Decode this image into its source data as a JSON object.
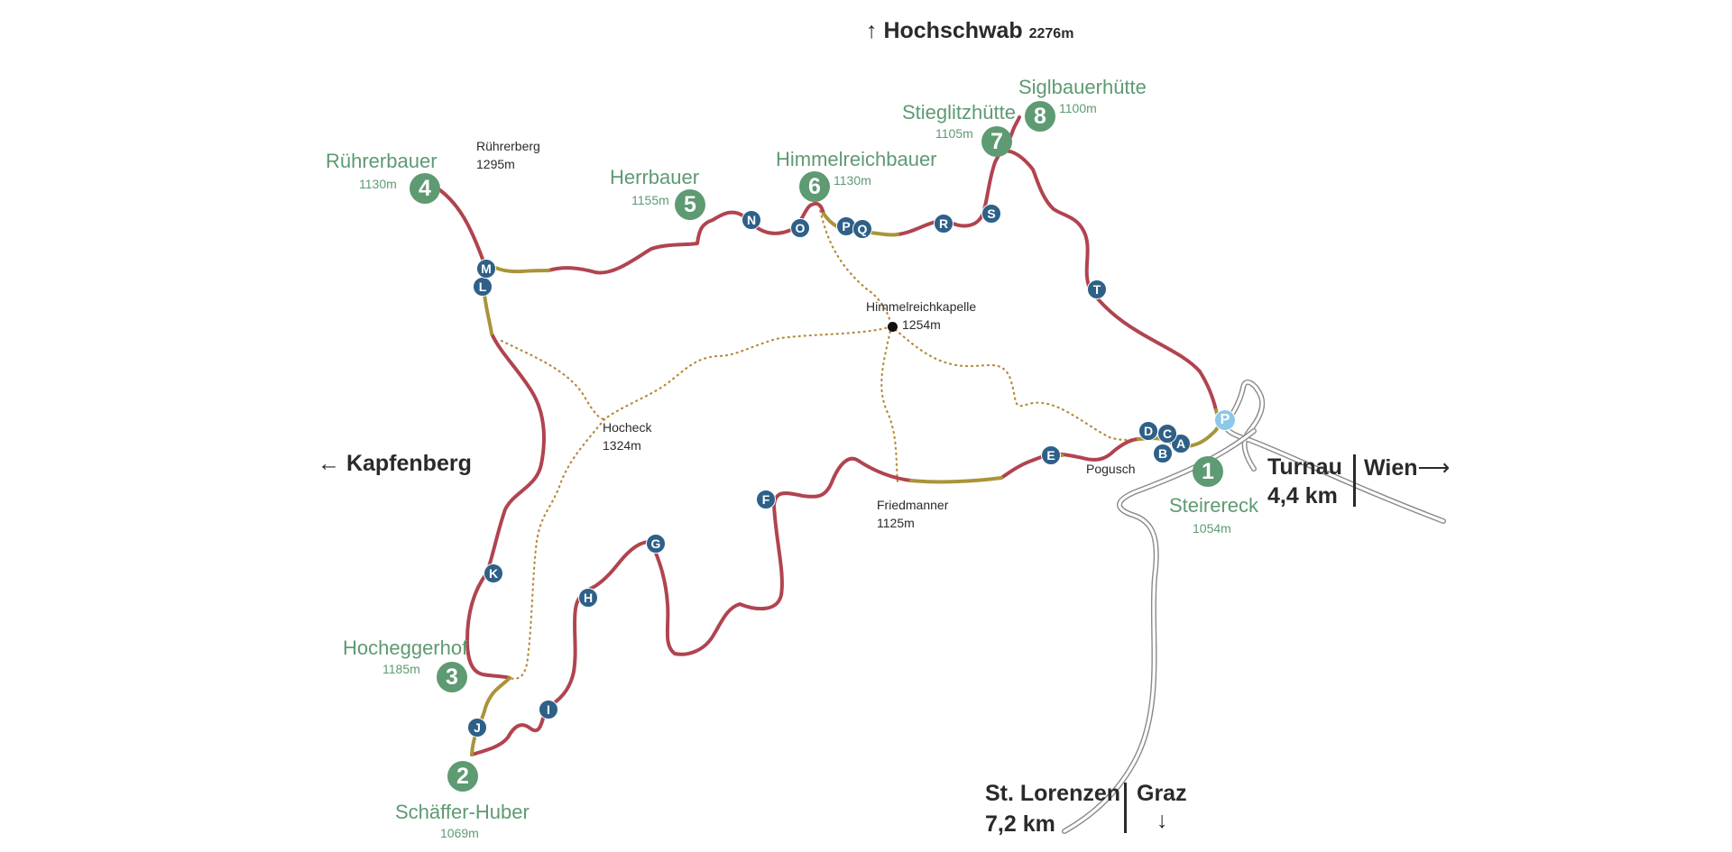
{
  "directions": {
    "north": {
      "arrow": "↑",
      "name": "Hochschwab",
      "elevation": "2276m"
    },
    "west": {
      "arrow": "←",
      "name": "Kapfenberg"
    },
    "east": {
      "name": "Turnau",
      "distance": "4,4 km",
      "other": "Wien",
      "arrow": "⟶"
    },
    "south": {
      "name": "St. Lorenzen",
      "distance": "7,2 km",
      "other": "Graz",
      "arrow": "↓"
    }
  },
  "huts": [
    {
      "number": "1",
      "name": "Steirereck",
      "elevation": "1054m"
    },
    {
      "number": "2",
      "name": "Schäffer-Huber",
      "elevation": "1069m"
    },
    {
      "number": "3",
      "name": "Hocheggerhof",
      "elevation": "1185m"
    },
    {
      "number": "4",
      "name": "Rührerbauer",
      "elevation": "1130m"
    },
    {
      "number": "5",
      "name": "Herrbauer",
      "elevation": "1155m"
    },
    {
      "number": "6",
      "name": "Himmelreichbauer",
      "elevation": "1130m"
    },
    {
      "number": "7",
      "name": "Stieglitzhütte",
      "elevation": "1105m"
    },
    {
      "number": "8",
      "name": "Siglbauerhütte",
      "elevation": "1100m"
    }
  ],
  "waypoints": [
    "A",
    "B",
    "C",
    "D",
    "E",
    "F",
    "G",
    "H",
    "I",
    "J",
    "K",
    "L",
    "M",
    "N",
    "O",
    "P",
    "Q",
    "R",
    "S",
    "T"
  ],
  "parking": "P",
  "places": [
    {
      "name": "Rührerberg",
      "elevation": "1295m"
    },
    {
      "name": "Himmelreichkapelle",
      "elevation": "1254m"
    },
    {
      "name": "Hocheck",
      "elevation": "1324m"
    },
    {
      "name": "Friedmanner",
      "elevation": "1125m"
    },
    {
      "name": "Pogusch",
      "elevation": ""
    }
  ],
  "colors": {
    "trail": "#b0444f",
    "trail_segment": "#a99439",
    "footpath": "#b58a3c",
    "hut_badge": "#5e9a72",
    "waypoint": "#2e6088",
    "parking": "#8cc8e8",
    "road": "#8a8a8a"
  }
}
